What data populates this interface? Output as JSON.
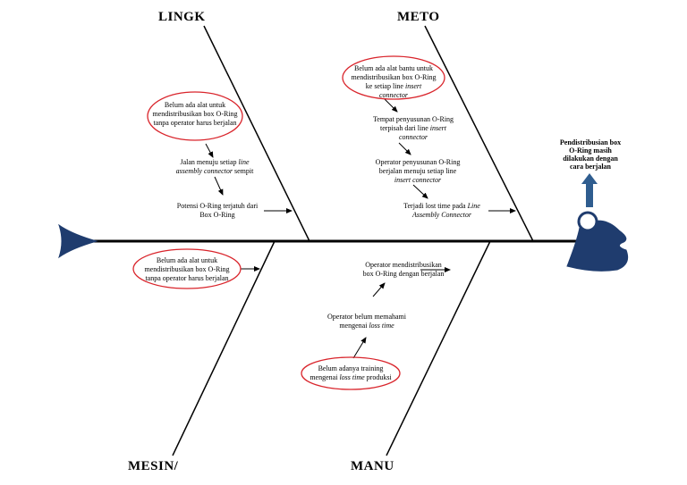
{
  "categories": {
    "lingk": "LINGK",
    "meto": "METO",
    "mesin": "MESIN/",
    "manu": "MANU"
  },
  "effect": {
    "line1": "Pendistribusian box",
    "line2": "O-Ring masih",
    "line3": "dilakukan dengan",
    "line4": "cara berjalan"
  },
  "lingk": {
    "root1": "Belum ada alat untuk",
    "root2": "mendistribusikan box O-Ring",
    "root3": "tanpa operator harus berjalan",
    "mid1a": "Jalan menuju setiap",
    "mid1b": "line",
    "mid2a": "assembly connector",
    "mid2b": " sempit",
    "top1": "Potensi O-Ring terjatuh dari",
    "top2": "Box O-Ring"
  },
  "meto": {
    "root1": "Belum ada alat bantu untuk",
    "root2": "mendistribusikan box O-Ring",
    "root3a": "ke setiap line",
    "root3b": " insert",
    "root4": "connector",
    "c1a": "Tempat penyusunan O-Ring",
    "c1b": "terpisah dari line",
    "c1c": " insert",
    "c1d": "connector",
    "c2a": "Operator penyusunan O-Ring",
    "c2b": "berjalan menuju setiap line",
    "c2c": "insert connector",
    "c3a": "Terjadi lost time pada",
    "c3b": " Line",
    "c3c": "Assembly Connector"
  },
  "mesin": {
    "root1": "Belum ada alat untuk",
    "root2": "mendistribusikan box O-Ring",
    "root3": "tanpa operator harus berjalan"
  },
  "manu": {
    "c1a": "Operator mendistribusikan",
    "c1b": "box O-Ring dengan berjalan",
    "c2a": "Operator belum memahami",
    "c2b": "mengenai",
    "c2c": "loss time",
    "root1": "Belum adanya training",
    "root2a": "mengenai",
    "root2b": "loss time",
    "root2c": " produksi"
  },
  "colors": {
    "navy": "#1f3c6e",
    "ellipse": "#d9242b",
    "line": "#000000",
    "arrow_up": "#2f5d8f"
  }
}
